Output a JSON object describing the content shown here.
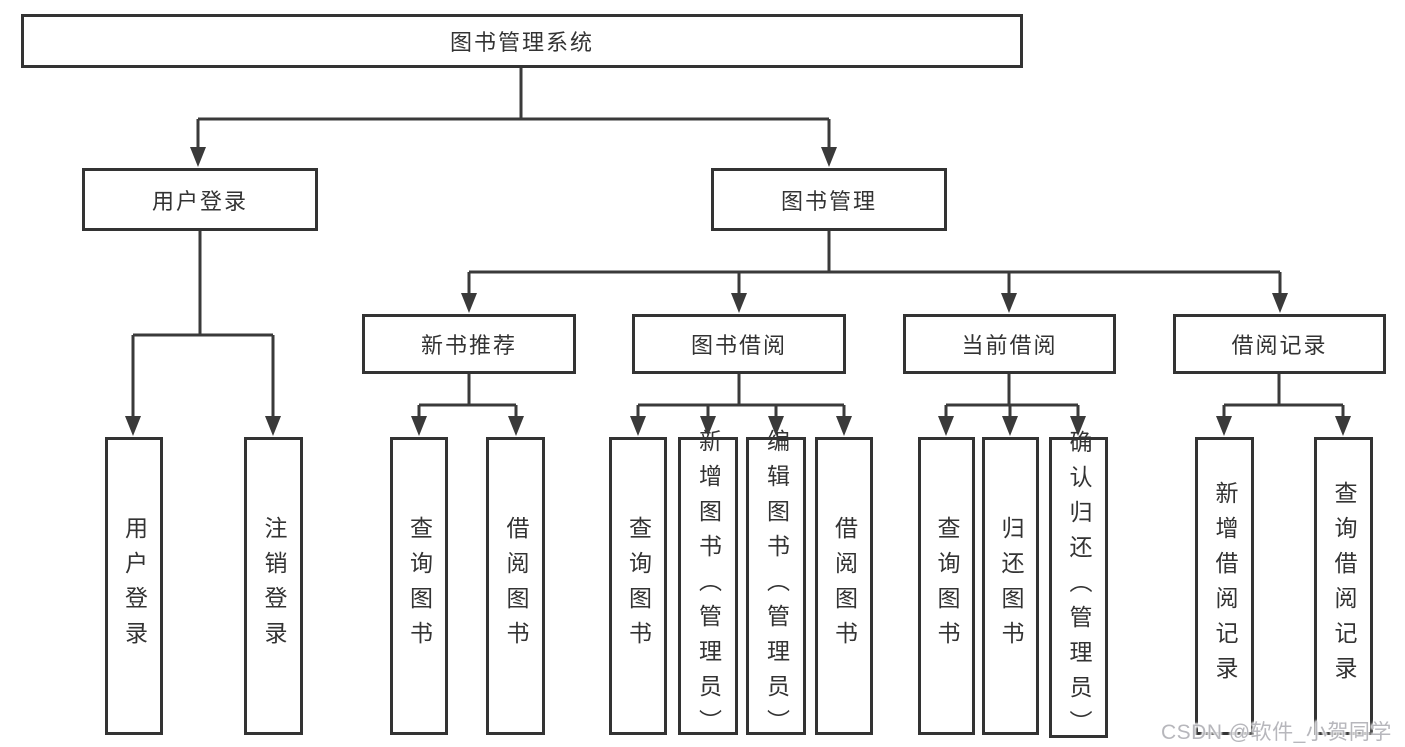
{
  "colors": {
    "line": "#3a3a3a",
    "border": "#333333",
    "text": "#333333",
    "background": "#ffffff",
    "watermark": "#b7b7bc"
  },
  "tree": {
    "root": {
      "label": "图书管理系统"
    },
    "branches": [
      {
        "label": "用户登录",
        "children": [
          {
            "label": "用户登录"
          },
          {
            "label": "注销登录"
          }
        ]
      },
      {
        "label": "图书管理",
        "children": [
          {
            "label": "新书推荐",
            "children": [
              {
                "label": "查询图书"
              },
              {
                "label": "借阅图书"
              }
            ]
          },
          {
            "label": "图书借阅",
            "children": [
              {
                "label": "查询图书"
              },
              {
                "label": "新增图书（管理员）"
              },
              {
                "label": "编辑图书（管理员）"
              },
              {
                "label": "借阅图书"
              }
            ]
          },
          {
            "label": "当前借阅",
            "children": [
              {
                "label": "查询图书"
              },
              {
                "label": "归还图书"
              },
              {
                "label": "确认归还（管理员）"
              }
            ]
          },
          {
            "label": "借阅记录",
            "children": [
              {
                "label": "新增借阅记录"
              },
              {
                "label": "查询借阅记录"
              }
            ]
          }
        ]
      }
    ]
  },
  "watermark": {
    "text": "CSDN @软件_小贺同学"
  }
}
